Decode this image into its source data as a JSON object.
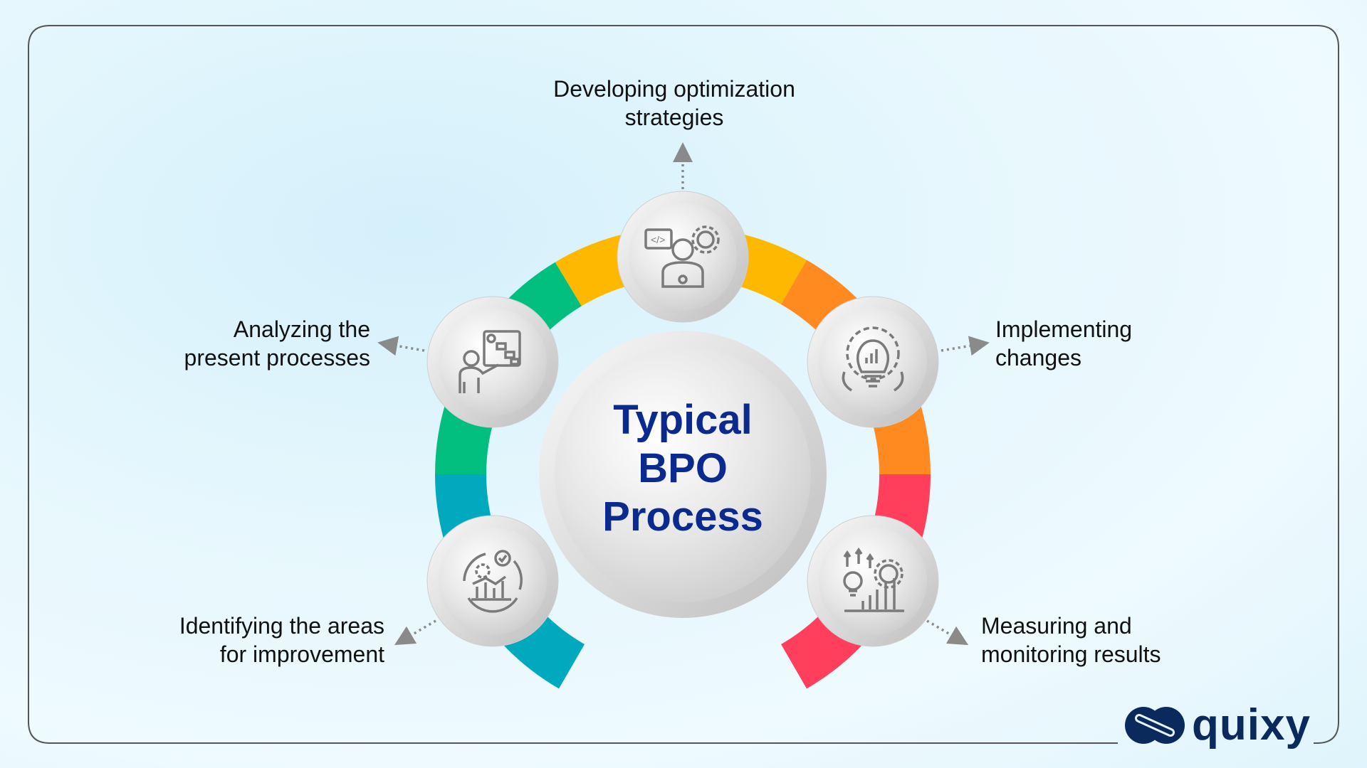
{
  "title": [
    "Typical",
    "BPO",
    "Process"
  ],
  "steps": [
    {
      "id": "analyzing",
      "lines": [
        "Analyzing the",
        "present processes"
      ],
      "icon": "presentation-flowchart-icon"
    },
    {
      "id": "developing",
      "lines": [
        "Developing optimization",
        "strategies"
      ],
      "icon": "developer-gear-icon"
    },
    {
      "id": "implementing",
      "lines": [
        "Implementing",
        "changes"
      ],
      "icon": "lightbulb-gear-icon"
    },
    {
      "id": "measuring",
      "lines": [
        "Measuring and",
        "monitoring results"
      ],
      "icon": "growth-chart-icon"
    },
    {
      "id": "identifying",
      "lines": [
        "Identifying the areas",
        "for improvement"
      ],
      "icon": "analytics-cycle-icon"
    }
  ],
  "ring_colors": {
    "teal": "#00a9bd",
    "green": "#02bf7f",
    "yellow": "#ffb800",
    "orange": "#ff8a1f",
    "red": "#ff3f5c"
  },
  "title_color": "#0a2a8f",
  "logo": {
    "text": "quixy",
    "color": "#0a2a5e"
  }
}
